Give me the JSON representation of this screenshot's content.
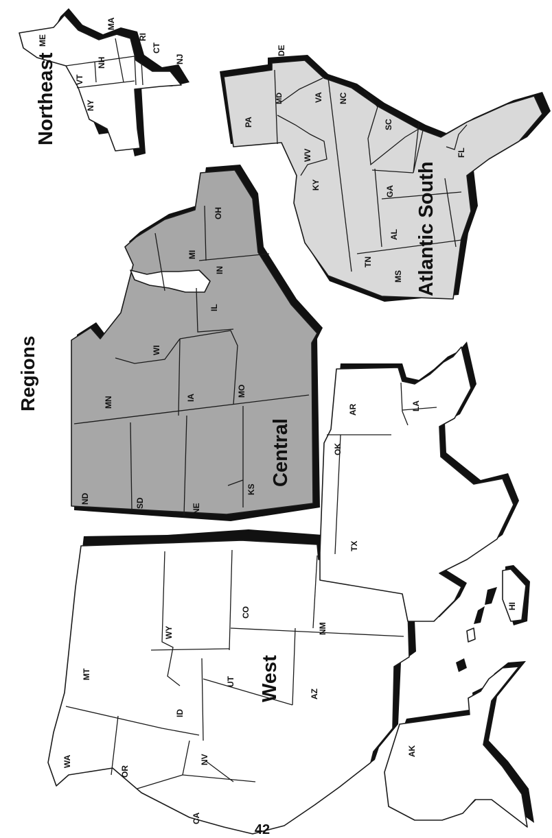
{
  "title": "Regions",
  "page_number": "42",
  "colors": {
    "central": "#a7a7a7",
    "atlantic_south": "#d9d9d9",
    "west": "#ffffff",
    "northeast": "#ffffff",
    "outline": "#1a1a1a",
    "shadow": "#111111"
  },
  "regions": {
    "northeast": "Northeast",
    "central": "Central",
    "atlantic_south": "Atlantic South",
    "west": "West"
  },
  "states": {
    "ME": "ME",
    "MA": "MA",
    "RI": "RI",
    "CT": "CT",
    "NJ": "NJ",
    "NH": "NH",
    "VT": "VT",
    "NY": "NY",
    "DE": "DE",
    "MD": "MD",
    "PA": "PA",
    "VA": "VA",
    "NC": "NC",
    "SC": "SC",
    "WV": "WV",
    "KY": "KY",
    "GA": "GA",
    "FL": "FL",
    "TN": "TN",
    "AL": "AL",
    "MS": "MS",
    "OH": "OH",
    "MI": "MI",
    "IN": "IN",
    "IL": "IL",
    "WI": "WI",
    "MN": "MN",
    "IA": "IA",
    "MO": "MO",
    "ND": "ND",
    "SD": "SD",
    "NE": "NE",
    "KS": "KS",
    "OK": "OK",
    "AR": "AR",
    "LA": "LA",
    "TX": "TX",
    "HI": "HI",
    "AK": "AK",
    "WA": "WA",
    "OR": "OR",
    "CA": "CA",
    "NV": "NV",
    "ID": "ID",
    "MT": "MT",
    "WY": "WY",
    "UT": "UT",
    "CO": "CO",
    "AZ": "AZ",
    "NM": "NM"
  }
}
